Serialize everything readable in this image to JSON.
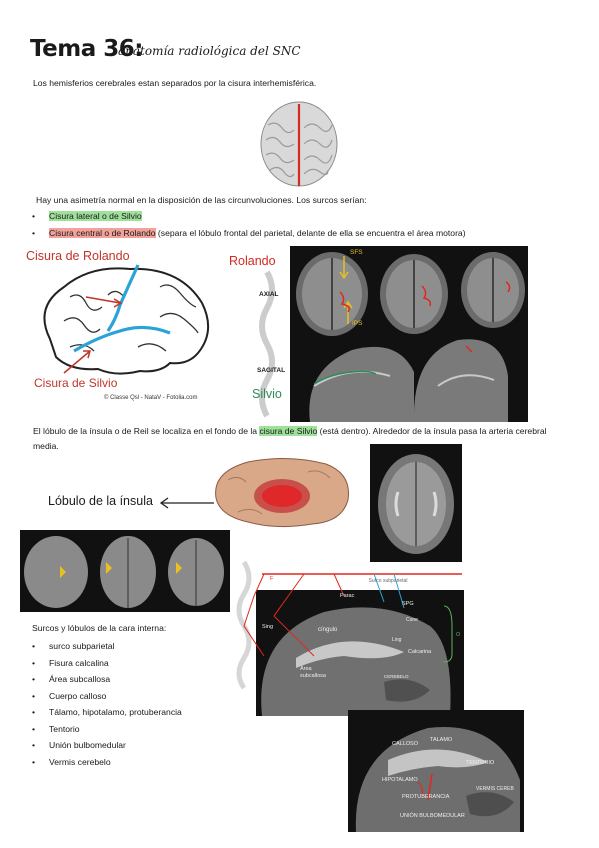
{
  "header": {
    "title": "Tema 36",
    "colon": ":",
    "subtitle": "anatomía radiológica del SNC"
  },
  "intro": "Los hemisferios cerebrales estan separados por la cisura interhemisférica.",
  "asymmetry": {
    "text": "Hay una asimetría normal en la disposición de las circunvoluciones. Los surcos serían:",
    "items": [
      {
        "highlight": "Cisura lateral o de Silvio",
        "rest": ""
      },
      {
        "highlight": "Cisura central o de Rolando",
        "rest": " (separa el lóbulo frontal del parietal, delante de ella se encuentra el área motora)"
      }
    ]
  },
  "brain_diagram": {
    "label_rolando": "Cisura de Rolando",
    "label_silvio": "Cisura de Silvio",
    "credit": "© Classe Qsl - NataV - Fotolia.com"
  },
  "mri_panel": {
    "rolando": "Rolando",
    "silvio": "Silvio",
    "axial": "AXIAL",
    "sagital": "SAGITAL",
    "sfs": "SFS",
    "ips": "IPS"
  },
  "insula": {
    "before": "El lóbulo de la ínsula o de Reil se localiza en el fondo de la ",
    "highlight": "cisura de Silvio",
    "after": " (está dentro). Alrededor de la ínsula pasa la arteria cerebral media.",
    "label": "Lóbulo de la ínsula"
  },
  "medial": {
    "heading": "Surcos y lóbulos de la cara interna:",
    "items": [
      "surco subparietal",
      "Fisura calcalina",
      "Área subcallosa",
      "Cuerpo calloso",
      "Tálamo, hipotalamo, protuberancia",
      "Tentorio",
      "Unión bulbomedular",
      "Vermis cerebelo"
    ]
  },
  "sagittal_labels": {
    "f": "F",
    "surco_subparietal": "Surco subparietal",
    "parac": "Parac",
    "spg": "SPG",
    "sing": "Sing",
    "cingulo": "cíngulo",
    "cune": "Cune",
    "ling": "Ling",
    "calcarina": "Calcarina",
    "o": "O",
    "area_subcallosa": "Área subcallosa",
    "cerebelo": "CEREBELO"
  },
  "midline_labels": {
    "calloso": "CALLOSO",
    "talamo": "TALAMO",
    "hipotalamo": "HIPOTALAMO",
    "tentorio": "TENTORIO",
    "protuberancia": "PROTUBERANCIA",
    "vermis": "VERMIS CEREB",
    "union": "UNIÓN BULBOMEDULAR"
  },
  "colors": {
    "highlight_green": "#9fe09a",
    "highlight_red": "#f2a19b",
    "accent_red": "#e0281e",
    "accent_blue": "#2aa3d9",
    "accent_green": "#2e8b57",
    "accent_yellow": "#e8c020"
  }
}
